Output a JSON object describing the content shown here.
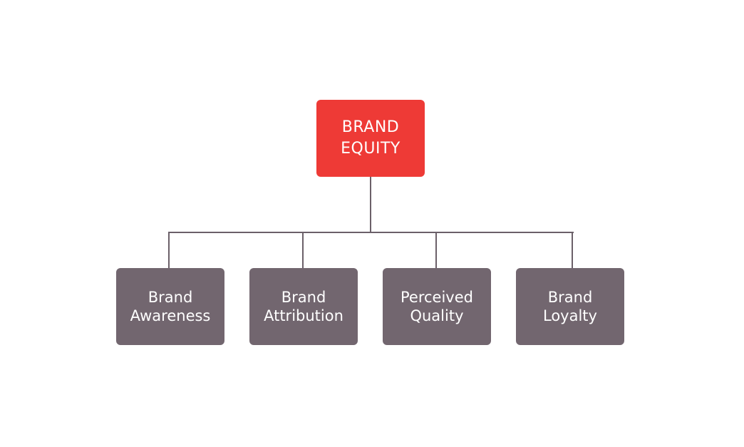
{
  "diagram": {
    "type": "hierarchy",
    "root": {
      "line1": "BRAND",
      "line2": "EQUITY",
      "color": "#ee3a36"
    },
    "children": [
      {
        "line1": "Brand",
        "line2": "Awareness"
      },
      {
        "line1": "Brand",
        "line2": "Attribution"
      },
      {
        "line1": "Perceived",
        "line2": "Quality"
      },
      {
        "line1": "Brand",
        "line2": "Loyalty"
      }
    ],
    "child_color": "#72666f",
    "connector_color": "#6b6069"
  }
}
